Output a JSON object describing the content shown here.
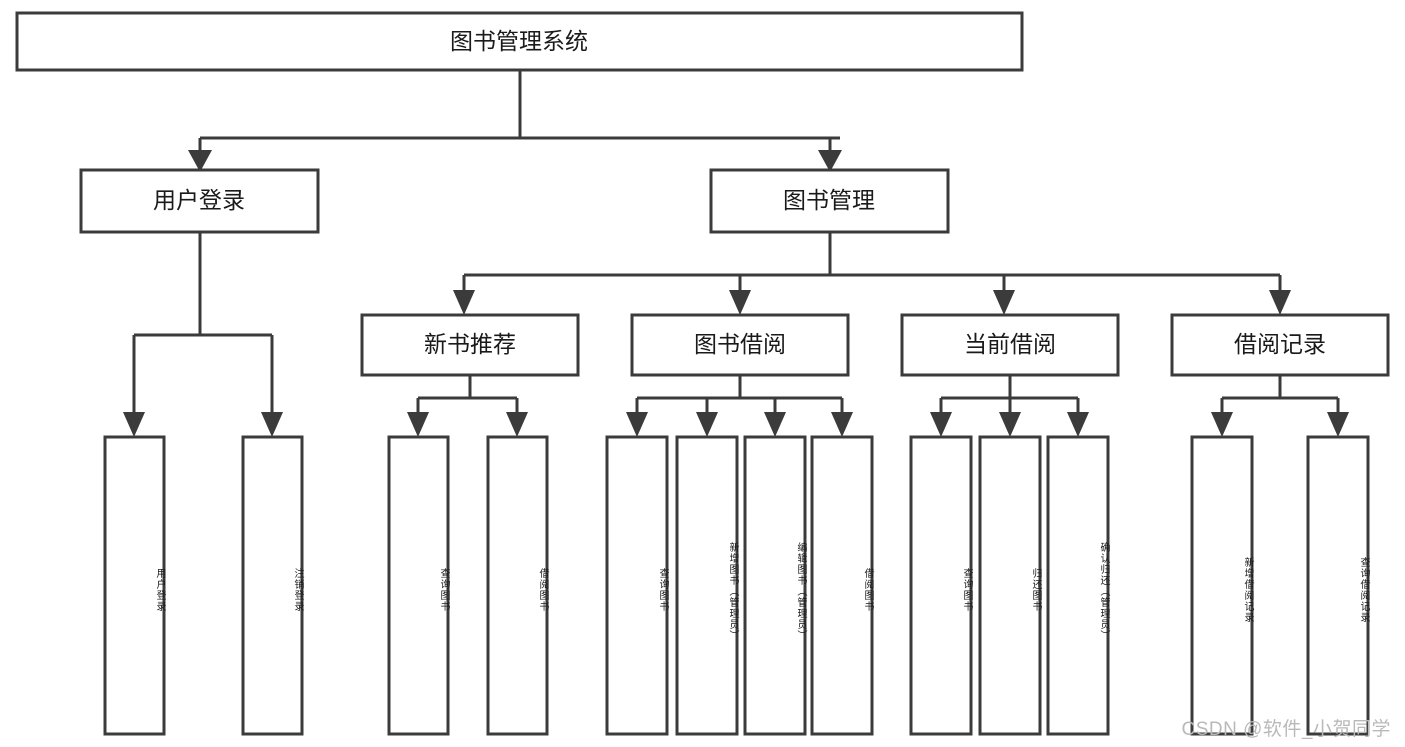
{
  "diagram": {
    "title": "图书管理系统",
    "type": "tree-hierarchy",
    "watermark": "CSDN @软件_小贺同学",
    "colors": {
      "stroke": "#3b3b3b",
      "fill": "#ffffff",
      "text": "#1a1a1a",
      "watermark": "#b9b9b9"
    },
    "root": {
      "label": "图书管理系统"
    },
    "level2": [
      {
        "label": "用户登录"
      },
      {
        "label": "图书管理"
      }
    ],
    "level3": [
      {
        "label": "新书推荐"
      },
      {
        "label": "图书借阅"
      },
      {
        "label": "当前借阅"
      },
      {
        "label": "借阅记录"
      }
    ],
    "leaves": {
      "user_login": [
        {
          "label": "用户登录"
        },
        {
          "label": "注销登录"
        }
      ],
      "new_book_recommend": [
        {
          "label": "查询图书"
        },
        {
          "label": "借阅图书"
        }
      ],
      "book_borrow": [
        {
          "label": "查询图书"
        },
        {
          "label": "新增图书（管理员）"
        },
        {
          "label": "编辑图书（管理员）"
        },
        {
          "label": "借阅图书"
        }
      ],
      "current_borrow": [
        {
          "label": "查询图书"
        },
        {
          "label": "归还图书"
        },
        {
          "label": "确认归还（管理员）"
        }
      ],
      "borrow_record": [
        {
          "label": "新增借阅记录"
        },
        {
          "label": "查询借阅记录"
        }
      ]
    }
  }
}
